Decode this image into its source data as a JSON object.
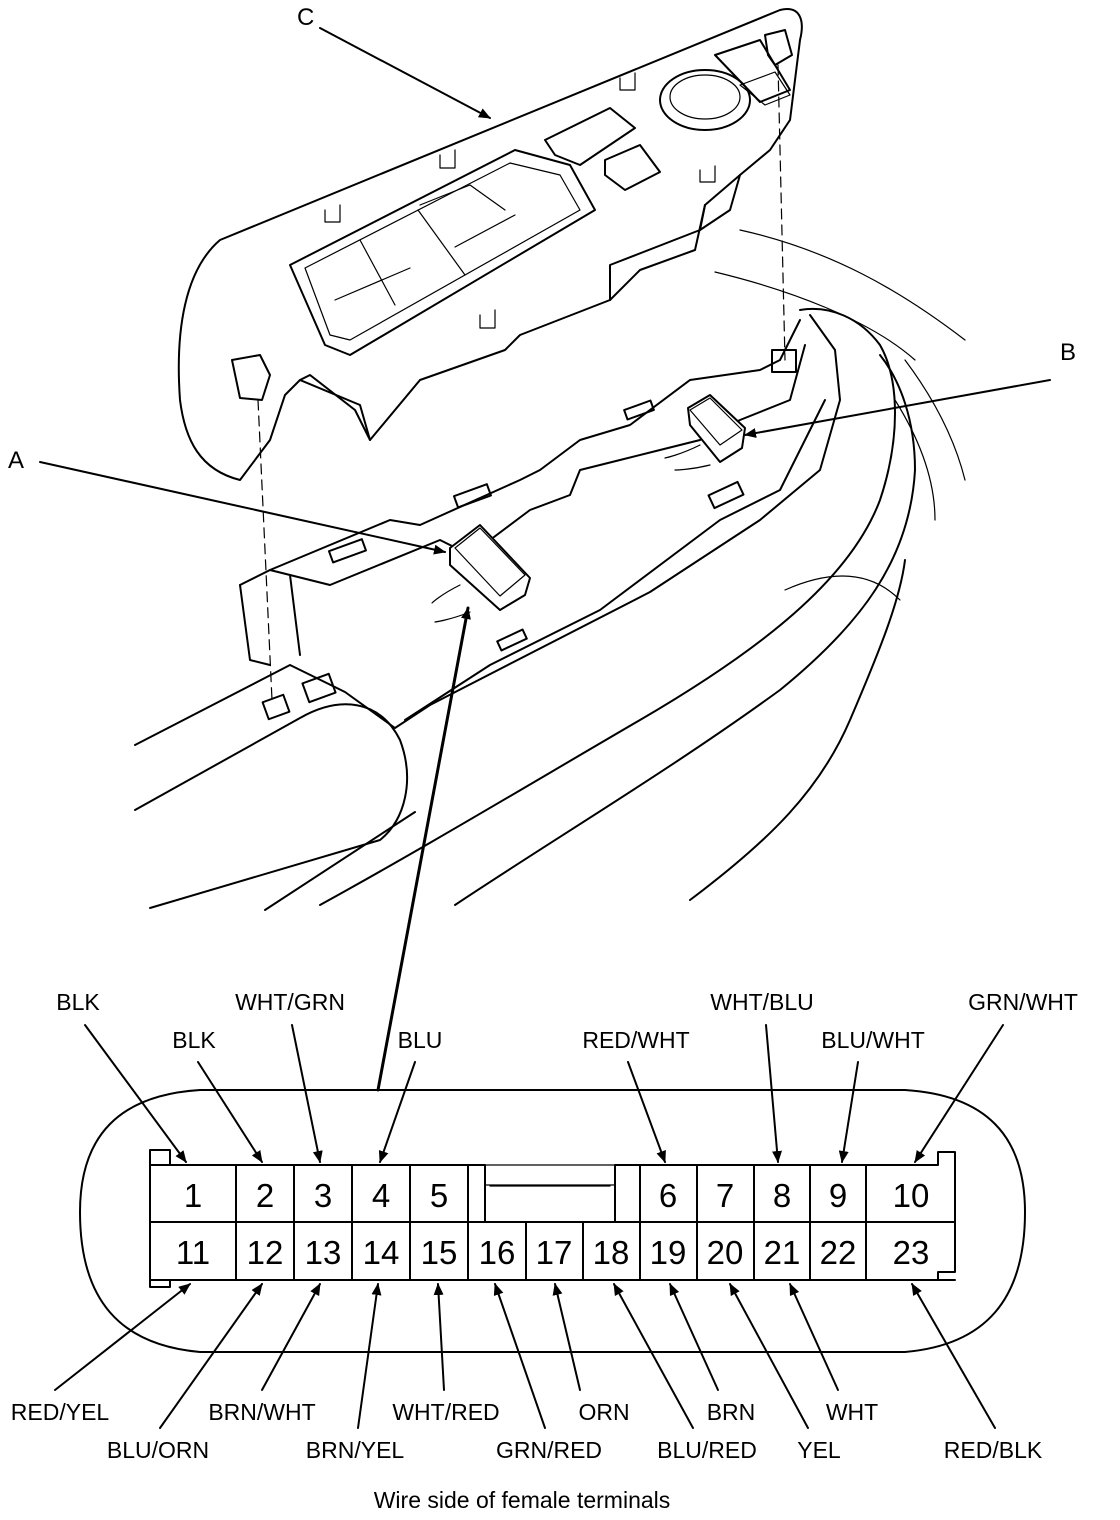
{
  "callouts": {
    "a": "A",
    "b": "B",
    "c": "C"
  },
  "caption": "Wire side of female terminals",
  "connector": {
    "top_row": [
      "1",
      "2",
      "3",
      "4",
      "5",
      "6",
      "7",
      "8",
      "9",
      "10"
    ],
    "bottom_row": [
      "11",
      "12",
      "13",
      "14",
      "15",
      "16",
      "17",
      "18",
      "19",
      "20",
      "21",
      "22",
      "23"
    ]
  },
  "wires": {
    "pin1": "BLK",
    "pin2": "BLK",
    "pin3": "WHT/GRN",
    "pin4": "BLU",
    "pin6": "RED/WHT",
    "pin8": "WHT/BLU",
    "pin9": "BLU/WHT",
    "pin10": "GRN/WHT",
    "pin11": "RED/YEL",
    "pin12": "BLU/ORN",
    "pin13": "BRN/WHT",
    "pin14": "BRN/YEL",
    "pin15": "WHT/RED",
    "pin16": "GRN/RED",
    "pin17": "ORN",
    "pin18": "BLU/RED",
    "pin19": "BRN",
    "pin20": "YEL",
    "pin21": "WHT",
    "pin23": "RED/BLK"
  }
}
